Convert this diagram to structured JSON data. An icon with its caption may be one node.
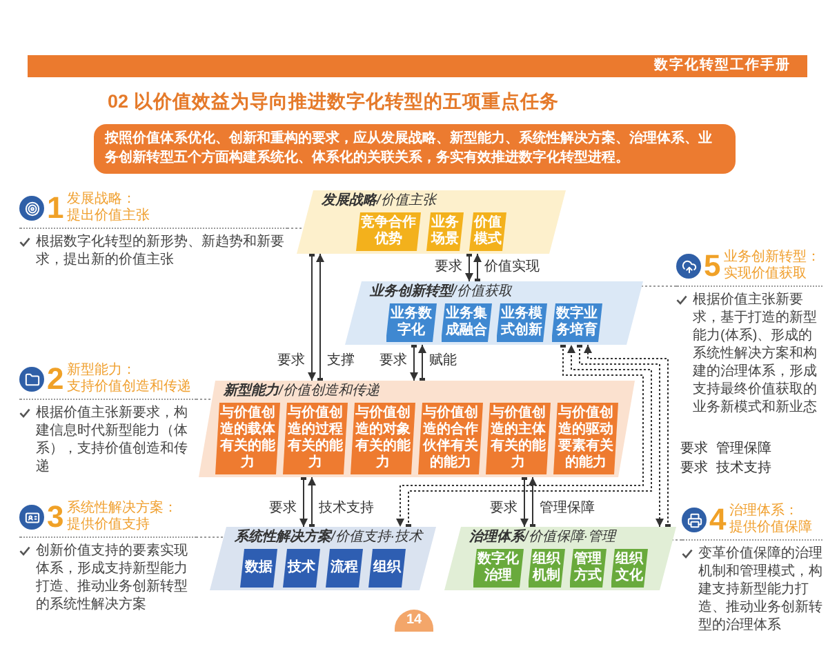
{
  "diagram": {
    "title": "02 以价值效益为导向推进数字化转型的五项重点任务",
    "nodes": [
      {
        "text": [
          "数字化转型工作手册"
        ]
      },
      {
        "text": [
          "按照价值体系优化、创新和重构的要求，应从发展战略、新型能力、系统性解决方案、治理体系、业务创新转型五个方面构建系统化、体系化的关联关系，务实有效推进数字化转型进程。"
        ]
      },
      {
        "text": [
          "1",
          "发展战略：",
          "提出价值主张",
          "根据数字化转型的新形势、新趋势和新要求，提出新的价值主张"
        ]
      },
      {
        "text": [
          "**发展战略**/价值主张"
        ]
      },
      {
        "text": [
          "竞争合作优势"
        ],
        "in": 3
      },
      {
        "text": [
          "业务场景"
        ],
        "in": 3
      },
      {
        "text": [
          "价值模式"
        ],
        "in": 3
      },
      {
        "text": [
          "5",
          "业务创新转型：",
          "实现价值获取",
          "根据价值主张新要求，基于打造的新型能力(体系)、形成的系统性解决方案和构建的治理体系，形成支持最终价值获取的业务新模式和新业态"
        ]
      },
      {
        "text": [
          "**业务创新转型**/价值获取"
        ]
      },
      {
        "text": [
          "业务数字化"
        ],
        "in": 8
      },
      {
        "text": [
          "业务集成融合"
        ],
        "in": 8
      },
      {
        "text": [
          "业务模式创新"
        ],
        "in": 8
      },
      {
        "text": [
          "数字业务培育"
        ],
        "in": 8
      },
      {
        "text": [
          "2",
          "新型能力：",
          "支持价值创造和传递",
          "根据价值主张新要求，构建信息时代新型能力（体系），支持价值创造和传递"
        ]
      },
      {
        "text": [
          "**新型能力**/价值创造和传递"
        ]
      },
      {
        "text": [
          "与价值创造的载体有关的能力"
        ],
        "in": 14
      },
      {
        "text": [
          "与价值创造的过程有关的能力"
        ],
        "in": 14
      },
      {
        "text": [
          "与价值创造的对象有关的能力"
        ],
        "in": 14
      },
      {
        "text": [
          "与价值创造的合作伙伴有关的能力"
        ],
        "in": 14
      },
      {
        "text": [
          "与价值创造的主体有关的能力"
        ],
        "in": 14
      },
      {
        "text": [
          "与价值创造的驱动要素有关的能力"
        ],
        "in": 14
      },
      {
        "text": [
          "3",
          "系统性解决方案：",
          "提供价值支持",
          "创新价值支持的要素实现体系，形成支持新型能力打造、推动业务创新转型的系统性解决方案"
        ]
      },
      {
        "text": [
          "**系统性解决方案**/价值支持·技术"
        ]
      },
      {
        "text": [
          "数据"
        ],
        "in": 22
      },
      {
        "text": [
          "技术"
        ],
        "in": 22
      },
      {
        "text": [
          "流程"
        ],
        "in": 22
      },
      {
        "text": [
          "组织"
        ],
        "in": 22
      },
      {
        "text": [
          "**治理体系**/价值保障·管理"
        ]
      },
      {
        "text": [
          "数字化治理"
        ],
        "in": 27
      },
      {
        "text": [
          "组织机制"
        ],
        "in": 27
      },
      {
        "text": [
          "管理方式"
        ],
        "in": 27
      },
      {
        "text": [
          "组织文化"
        ],
        "in": 27
      },
      {
        "text": [
          "4",
          "治理体系：",
          "提供价值保障",
          "变革价值保障的治理机制和管理模式，构建支持新型能力打造、推动业务创新转型的治理体系"
        ]
      },
      {
        "text": [
          "14"
        ]
      }
    ],
    "edges": [
      {
        "from": 3,
        "to": 14,
        "arrow": "to",
        "label": "要求"
      },
      {
        "from": 14,
        "to": 3,
        "arrow": "to",
        "label": "支撑"
      },
      {
        "from": 3,
        "to": 8,
        "arrow": "to",
        "label": "要求"
      },
      {
        "from": 8,
        "to": 3,
        "arrow": "to",
        "label": "价值实现"
      },
      {
        "from": 8,
        "to": 14,
        "arrow": "to",
        "label": "要求"
      },
      {
        "from": 14,
        "to": 8,
        "arrow": "to",
        "label": "赋能"
      },
      {
        "from": 14,
        "to": 22,
        "arrow": "to",
        "label": "要求"
      },
      {
        "from": 22,
        "to": 14,
        "arrow": "to",
        "label": "技术支持"
      },
      {
        "from": 14,
        "to": 27,
        "arrow": "to",
        "label": "要求"
      },
      {
        "from": 27,
        "to": 14,
        "arrow": "to",
        "label": "管理保障"
      },
      {
        "from": 8,
        "to": 22,
        "arrow": "to",
        "label": "要求",
        "style": "dashed"
      },
      {
        "from": 22,
        "to": 8,
        "arrow": "to",
        "label": "技术支持",
        "style": "dashed"
      },
      {
        "from": 8,
        "to": 27,
        "arrow": "to",
        "label": "要求",
        "style": "dashed"
      },
      {
        "from": 27,
        "to": 8,
        "arrow": "to",
        "label": "管理保障",
        "style": "dashed"
      },
      {
        "from": 2,
        "to": 3,
        "arrow": "none",
        "style": "dashed",
        "color": "#9a9a9a"
      },
      {
        "from": 7,
        "to": 8,
        "arrow": "none",
        "style": "dashed",
        "color": "#9a9a9a"
      },
      {
        "from": 13,
        "to": 14,
        "arrow": "none",
        "style": "dashed",
        "color": "#9a9a9a"
      },
      {
        "from": 21,
        "to": 22,
        "arrow": "none",
        "style": "dashed",
        "color": "#9a9a9a"
      },
      {
        "from": 32,
        "to": 27,
        "arrow": "none",
        "style": "dashed",
        "color": "#9a9a9a"
      }
    ]
  }
}
